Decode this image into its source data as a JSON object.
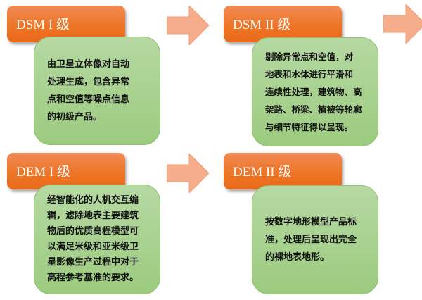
{
  "panels": [
    {
      "title": "DSM I 级",
      "lines": [
        "由卫星立体像对自动",
        "处理生成，包含异常",
        "点和空值等噪点信息",
        "的初级产品。"
      ]
    },
    {
      "title": "DSM II 级",
      "lines": [
        "剔除异常点和空值，对",
        "地表和水体进行平滑和",
        "连续性处理，建筑物、高",
        "架路、桥梁、植被等轮廓",
        "与细节特征得以呈现。"
      ]
    },
    {
      "title": "DEM I 级",
      "lines": [
        "经智能化的人机交互编",
        "辑，滤除地表主要建筑",
        "物后的优质高程模型可",
        "以满足米级和亚米级卫",
        "星影像生产过程中对于",
        "高程参考基准的要求。"
      ]
    },
    {
      "title": "DEM II 级",
      "lines": [
        "按数字地形模型产品标",
        "准，处理后呈现出完全",
        "的裸地表地形。"
      ]
    }
  ],
  "colors": {
    "header": "#ee7424",
    "card": "#a8d28e",
    "arrow": "#f5ad8b"
  }
}
